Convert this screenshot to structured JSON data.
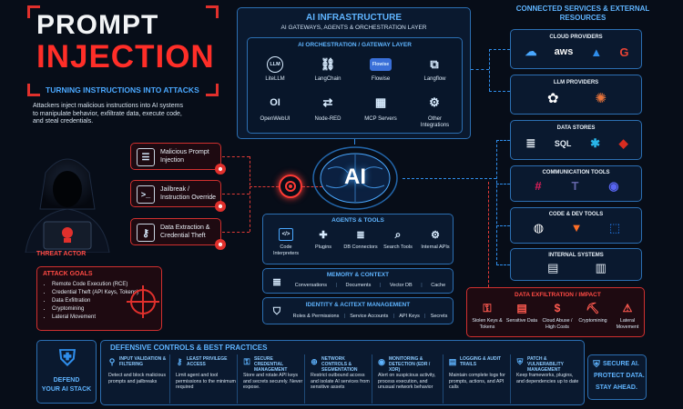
{
  "title": {
    "line1": "PROMPT",
    "line2": "INJECTION",
    "subtitle": "TURNING INSTRUCTIONS INTO ATTACKS"
  },
  "intro": "Attackers inject malicious instructions into AI systems to manipulate behavior, exfiltrate data, execute code, and steal credentials.",
  "threat_actor": "THREAT ACTOR",
  "attacks": [
    {
      "label": "Malicious Prompt Injection",
      "icon": "message-icon"
    },
    {
      "label": "Jailbreak / Instruction Override",
      "icon": "terminal-icon"
    },
    {
      "label": "Data Extraction & Credential Theft",
      "icon": "key-icon"
    }
  ],
  "attack_goals": {
    "title": "ATTACK GOALS",
    "items": [
      "Remote Code Execution (RCE)",
      "Credential Theft (API Keys, Tokens)",
      "Data Exfiltration",
      "Cryptomining",
      "Lateral Movement"
    ]
  },
  "infrastructure": {
    "title": "AI INFRASTRUCTURE",
    "subtitle": "AI GATEWAYS, AGENTS & ORCHESTRATION LAYER",
    "orchestration_title": "AI ORCHESTRATION / GATEWAY LAYER",
    "tools": [
      {
        "label": "LiteLLM",
        "glyph": "LLM"
      },
      {
        "label": "LangChain",
        "glyph": "⛓"
      },
      {
        "label": "Flowise",
        "glyph": "Flowise"
      },
      {
        "label": "Langflow",
        "glyph": "⧉"
      },
      {
        "label": "OpenWebUI",
        "glyph": "OI"
      },
      {
        "label": "Node-RED",
        "glyph": "⇄"
      },
      {
        "label": "MCP Servers",
        "glyph": "▦"
      },
      {
        "label": "Other Integrations",
        "glyph": "⚙"
      }
    ]
  },
  "ai_core": "AI",
  "agents": {
    "title": "AGENTS & TOOLS",
    "items": [
      {
        "label": "Code Interpreters",
        "glyph": "</>"
      },
      {
        "label": "Plugins",
        "glyph": "✚"
      },
      {
        "label": "DB Connectors",
        "glyph": "≣"
      },
      {
        "label": "Search Tools",
        "glyph": "⌕"
      },
      {
        "label": "Internal APIs",
        "glyph": "⚙"
      }
    ]
  },
  "memory": {
    "title": "MEMORY & CONTEXT",
    "items": [
      "Conversations",
      "Documents",
      "Vector DB",
      "Cache"
    ]
  },
  "identity": {
    "title": "IDENTITY & ACITEXT MANAGEMENT",
    "items": [
      "Roles & Permissions",
      "Service Accounts",
      "API Keys",
      "Secrets"
    ]
  },
  "connected": {
    "title": "CONNECTED SERVICES & EXTERNAL RESOURCES",
    "groups": [
      {
        "title": "CLOUD PROVIDERS",
        "icons": [
          "☁",
          "aws",
          "▲",
          "G"
        ]
      },
      {
        "title": "LLM PROVIDERS",
        "icons": [
          "✿",
          "✺"
        ]
      },
      {
        "title": "DATA STORES",
        "icons": [
          "≣",
          "SQL",
          "✱",
          "◆"
        ]
      },
      {
        "title": "COMMUNICATION TOOLS",
        "icons": [
          "#",
          "T",
          "◉"
        ]
      },
      {
        "title": "CODE & DEV TOOLS",
        "icons": [
          "◍",
          "▼",
          "⬚"
        ]
      },
      {
        "title": "INTERNAL SYSTEMS",
        "icons": [
          "▤",
          "▥"
        ]
      }
    ]
  },
  "exfiltration": {
    "title": "DATA EXFILTRATION / IMPACT",
    "items": [
      {
        "label": "Stolen Keys & Tokens",
        "glyph": "⚿"
      },
      {
        "label": "Sensitive Data",
        "glyph": "▤"
      },
      {
        "label": "Cloud Abuse / High Costs",
        "glyph": "$"
      },
      {
        "label": "Cryptomining",
        "glyph": "⛏"
      },
      {
        "label": "Lateral Movement",
        "glyph": "⚠"
      }
    ]
  },
  "defend": {
    "line1": "DEFEND",
    "line2": "YOUR AI STACK"
  },
  "defensive": {
    "title": "DEFENSIVE CONTROLS & BEST PRACTICES",
    "controls": [
      {
        "title": "INPUT VALIDATION & FILTERING",
        "text": "Detect and block malicious prompts and jailbreaks",
        "glyph": "⚲"
      },
      {
        "title": "LEAST PRIVILEGE ACCESS",
        "text": "Limit agent and tool permissions to the minimum required",
        "glyph": "⚷"
      },
      {
        "title": "SECURE CREDENTIAL MANAGEMENT",
        "text": "Store and rotate API keys and secrets securely. Never expose.",
        "glyph": "⚿"
      },
      {
        "title": "NETWORK CONTROLS & SEGMENTATION",
        "text": "Restrict outbound access and isolate AI services from sensitive assets",
        "glyph": "⊕"
      },
      {
        "title": "MONITORING & DETECTION (EDR / XDR)",
        "text": "Alert on suspicious activity, process execution, and unusual network behavior",
        "glyph": "◉"
      },
      {
        "title": "LOGGING & AUDIT TRAILS",
        "text": "Maintain complete logs for prompts, actions, and API calls",
        "glyph": "▤"
      },
      {
        "title": "PATCH & VULNERABILITY MANAGEMENT",
        "text": "Keep frameworks, plugins, and dependencies up to date",
        "glyph": "⛨"
      }
    ]
  },
  "closing": {
    "line1": "SECURE AI.",
    "line2": "PROTECT DATA.",
    "line3": "STAY AHEAD."
  },
  "colors": {
    "accent_blue": "#2f8dea",
    "accent_red": "#e03a36",
    "background": "#070d18"
  }
}
